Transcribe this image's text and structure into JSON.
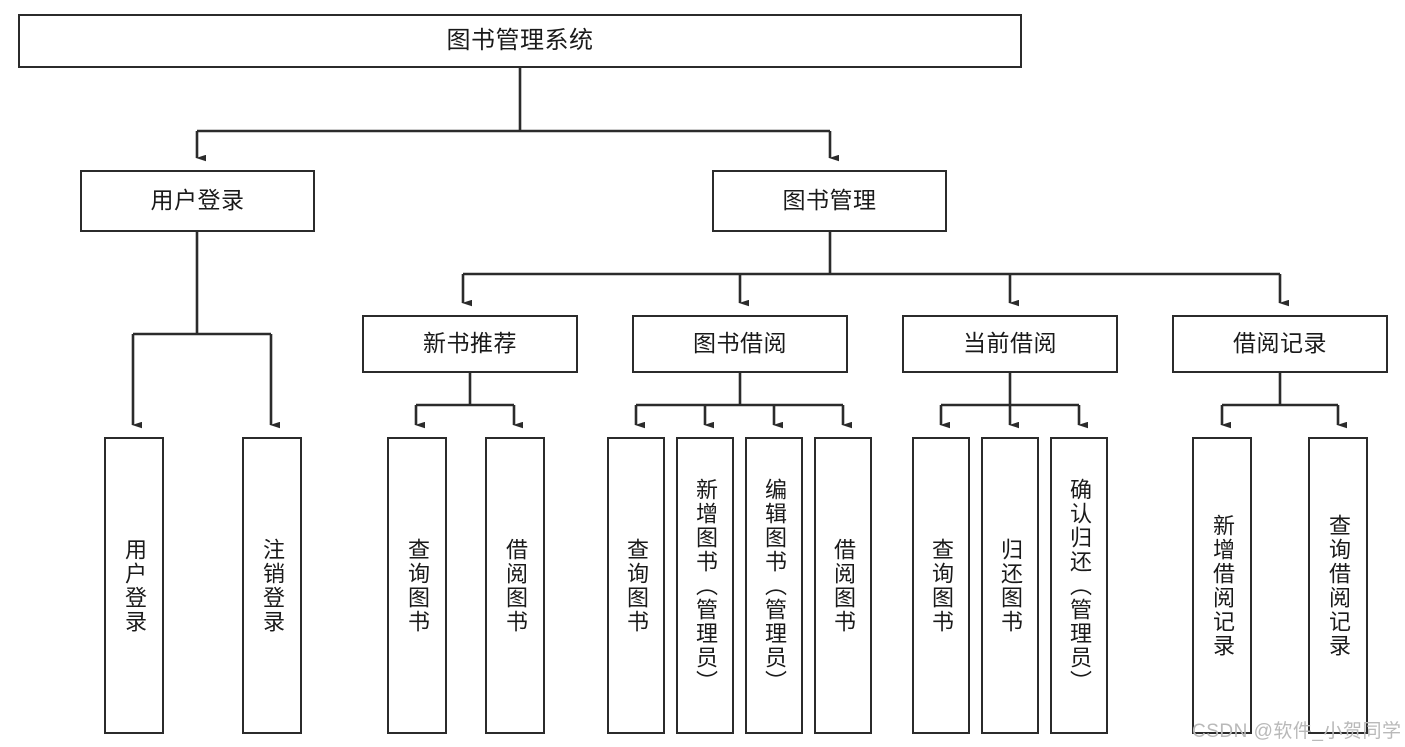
{
  "diagram": {
    "type": "tree-hierarchy",
    "title": "图书管理系统",
    "orientation": "top-down",
    "background_color": "#ffffff",
    "line_color": "#2b2b2b",
    "box_border_color": "#2b2b2b",
    "text_color": "#1a1a1a",
    "watermark": "CSDN @软件_小贺同学",
    "nodes": {
      "root": {
        "label": "图书管理系统",
        "level": 0
      },
      "user_login": {
        "label": "用户登录",
        "level": 1
      },
      "book_manage": {
        "label": "图书管理",
        "level": 1
      },
      "new_book_rec": {
        "label": "新书推荐",
        "level": 2
      },
      "book_borrow": {
        "label": "图书借阅",
        "level": 2
      },
      "current_borrow": {
        "label": "当前借阅",
        "level": 2
      },
      "borrow_record": {
        "label": "借阅记录",
        "level": 2
      },
      "leaf_user_login": {
        "label": "用户登录",
        "level": 2,
        "parent": "用户登录"
      },
      "leaf_user_logout": {
        "label": "注销登录",
        "level": 2,
        "parent": "用户登录"
      },
      "leaf_query_book_a": {
        "label": "查询图书",
        "level": 3,
        "parent": "新书推荐"
      },
      "leaf_borrow_book_a": {
        "label": "借阅图书",
        "level": 3,
        "parent": "新书推荐"
      },
      "leaf_query_book_b": {
        "label": "查询图书",
        "level": 3,
        "parent": "图书借阅"
      },
      "leaf_add_book": {
        "label": "新增图书（管理员）",
        "level": 3,
        "parent": "图书借阅"
      },
      "leaf_edit_book": {
        "label": "编辑图书（管理员）",
        "level": 3,
        "parent": "图书借阅"
      },
      "leaf_borrow_book_b": {
        "label": "借阅图书",
        "level": 3,
        "parent": "图书借阅"
      },
      "leaf_query_book_c": {
        "label": "查询图书",
        "level": 3,
        "parent": "当前借阅"
      },
      "leaf_return_book": {
        "label": "归还图书",
        "level": 3,
        "parent": "当前借阅"
      },
      "leaf_confirm_return": {
        "label": "确认归还（管理员）",
        "level": 3,
        "parent": "当前借阅"
      },
      "leaf_add_record": {
        "label": "新增借阅记录",
        "level": 3,
        "parent": "借阅记录"
      },
      "leaf_query_record": {
        "label": "查询借阅记录",
        "level": 3,
        "parent": "借阅记录"
      }
    }
  }
}
